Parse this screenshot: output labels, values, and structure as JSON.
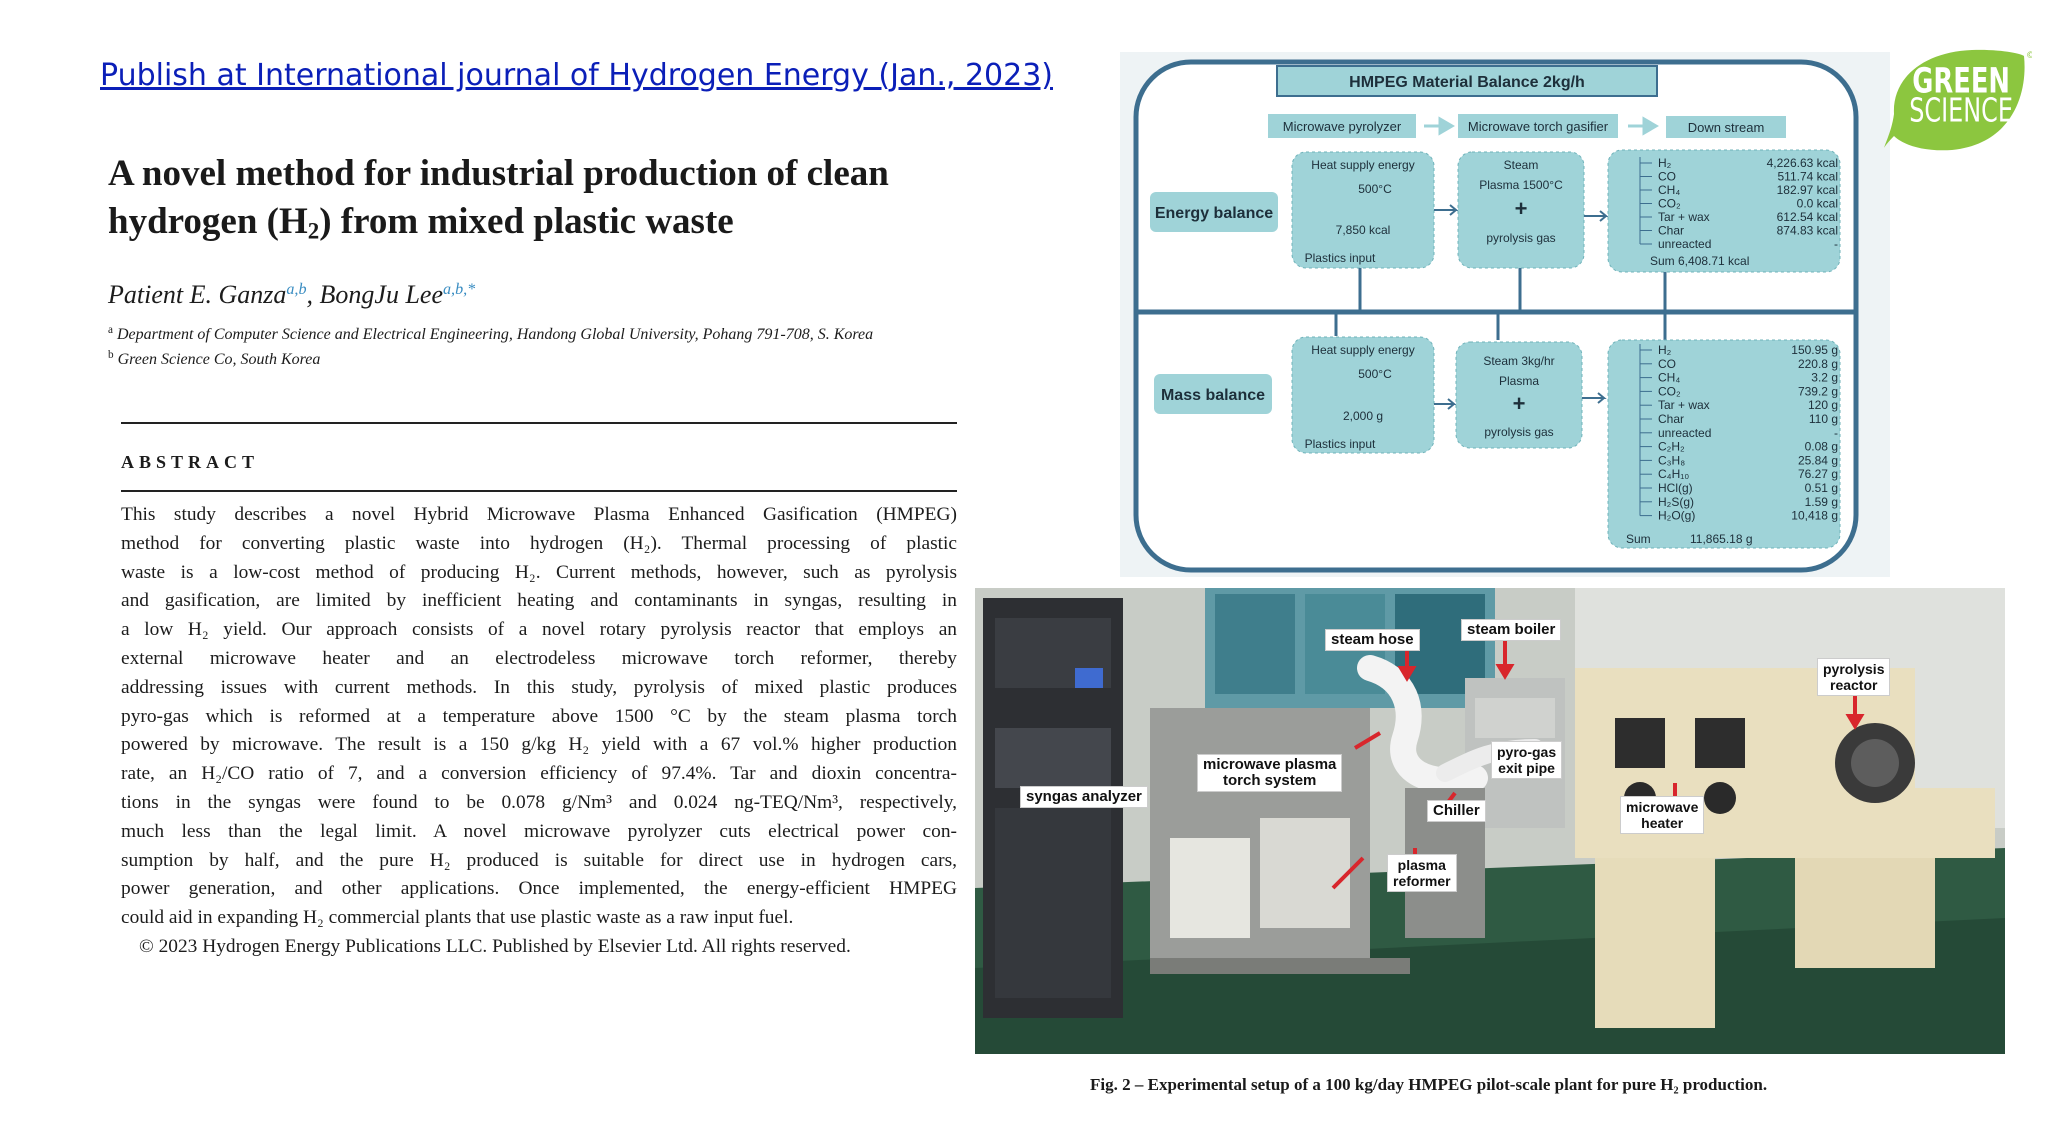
{
  "header": {
    "publish_link": "Publish at International journal of Hydrogen Energy (Jan., 2023)"
  },
  "paper": {
    "title_line1": "A novel method for industrial production of clean",
    "title_line2_pre": "hydrogen (H",
    "title_line2_sub": "2",
    "title_line2_post": ") from mixed plastic waste",
    "author1": "Patient E. Ganza",
    "author1_sup": "a,b",
    "author_sep": ", ",
    "author2": "BongJu Lee",
    "author2_sup": "a,b,*",
    "aff_a_mark": "a",
    "aff_a": "Department of Computer Science and Electrical Engineering, Handong Global University, Pohang 791-708, S. Korea",
    "aff_b_mark": "b",
    "aff_b": "Green Science Co, South Korea",
    "abstract_heading": "ABSTRACT",
    "abstract_lines": [
      "This study describes a novel Hybrid Microwave Plasma Enhanced Gasification (HMPEG)",
      "method for converting plastic waste into hydrogen (H₂). Thermal processing of plastic",
      "waste is a low-cost method of producing H₂. Current methods, however, such as pyrolysis",
      "and gasification, are limited by inefficient heating and contaminants in syngas, resulting in",
      "a low H₂ yield. Our approach consists of a novel rotary pyrolysis reactor that employs an",
      "external microwave heater and an electrodeless microwave torch reformer, thereby",
      "addressing issues with current methods. In this study, pyrolysis of mixed plastic produces",
      "pyro-gas which is reformed at a temperature above 1500 °C by the steam plasma torch",
      "powered by microwave. The result is a 150 g/kg H₂ yield with a 67 vol.% higher production",
      "rate, an H₂/CO ratio of 7, and a conversion efficiency of 97.4%. Tar and dioxin concentra-",
      "tions in the syngas were found to be 0.078 g/Nm³ and 0.024 ng-TEQ/Nm³, respectively,",
      "much less than the legal limit. A novel microwave pyrolyzer cuts electrical power con-",
      "sumption by half, and the pure H₂ produced is suitable for direct use in hydrogen cars,",
      "power generation, and other applications. Once implemented, the energy-efficient HMPEG",
      "could aid in expanding H₂ commercial plants that use plastic waste as a raw input fuel."
    ],
    "copyright": "© 2023 Hydrogen Energy Publications LLC. Published by Elsevier Ltd. All rights reserved."
  },
  "diagram": {
    "title": "HMPEG Material Balance 2kg/h",
    "stages": [
      "Microwave pyrolyzer",
      "Microwave torch gasifier",
      "Down stream"
    ],
    "energy": {
      "label": "Energy balance",
      "heat_title": "Heat supply energy",
      "heat_temp": "500°C",
      "heat_value": "7,850 kcal",
      "heat_input": "Plastics input",
      "plasma_title": "Steam",
      "plasma_sub": "Plasma  1500°C",
      "plus": "+",
      "plasma_gas": "pyrolysis gas",
      "outputs": [
        {
          "name": "H₂",
          "value": "4,226.63 kcal"
        },
        {
          "name": "CO",
          "value": "511.74 kcal"
        },
        {
          "name": "CH₄",
          "value": "182.97 kcal"
        },
        {
          "name": "CO₂",
          "value": "0.0 kcal"
        },
        {
          "name": "Tar + wax",
          "value": "612.54 kcal"
        },
        {
          "name": "Char",
          "value": "874.83 kcal"
        },
        {
          "name": "unreacted",
          "value": "-"
        }
      ],
      "sum": "Sum  6,408.71 kcal"
    },
    "mass": {
      "label": "Mass balance",
      "heat_title": "Heat supply energy",
      "heat_temp": "500°C",
      "heat_value": "2,000 g",
      "heat_input": "Plastics input",
      "plasma_title": "Steam 3kg/hr",
      "plasma_sub": "Plasma",
      "plus": "+",
      "plasma_gas": "pyrolysis gas",
      "outputs": [
        {
          "name": "H₂",
          "value": "150.95 g"
        },
        {
          "name": "CO",
          "value": "220.8 g"
        },
        {
          "name": "CH₄",
          "value": "3.2 g"
        },
        {
          "name": "CO₂",
          "value": "739.2 g"
        },
        {
          "name": "Tar + wax",
          "value": "120 g"
        },
        {
          "name": "Char",
          "value": "110 g"
        },
        {
          "name": "unreacted",
          "value": "-"
        },
        {
          "name": "C₂H₂",
          "value": "0.08 g"
        },
        {
          "name": "C₃H₈",
          "value": "25.84 g"
        },
        {
          "name": "C₄H₁₀",
          "value": "76.27 g"
        },
        {
          "name": "HCl(g)",
          "value": "0.51 g"
        },
        {
          "name": "H₂S(g)",
          "value": "1.59 g"
        },
        {
          "name": "H₂O(g)",
          "value": "10,418 g"
        }
      ],
      "sum_label": "Sum",
      "sum_value": "11,865.18 g"
    }
  },
  "logo": {
    "line1": "GREEN",
    "line2": "SCIENCE",
    "mark": "©"
  },
  "photo": {
    "labels": {
      "steam_hose": "steam hose",
      "steam_boiler": "steam boiler",
      "pyrolysis_reactor": "pyrolysis\nreactor",
      "syngas_analyzer": "syngas analyzer",
      "torch_system": "microwave plasma\ntorch system",
      "pyro_gas_pipe": "pyro-gas\nexit pipe",
      "chiller": "Chiller",
      "microwave_heater": "microwave\nheater",
      "plasma_reformer": "plasma\nreformer"
    },
    "caption": "Fig. 2 – Experimental setup of a 100 kg/day HMPEG pilot-scale plant for pure H₂ production."
  },
  "colors": {
    "link": "#0b1fb8",
    "diagram_fill": "#9fd3d8",
    "diagram_border": "#3d6e8f",
    "logo_green": "#8cc63f"
  }
}
